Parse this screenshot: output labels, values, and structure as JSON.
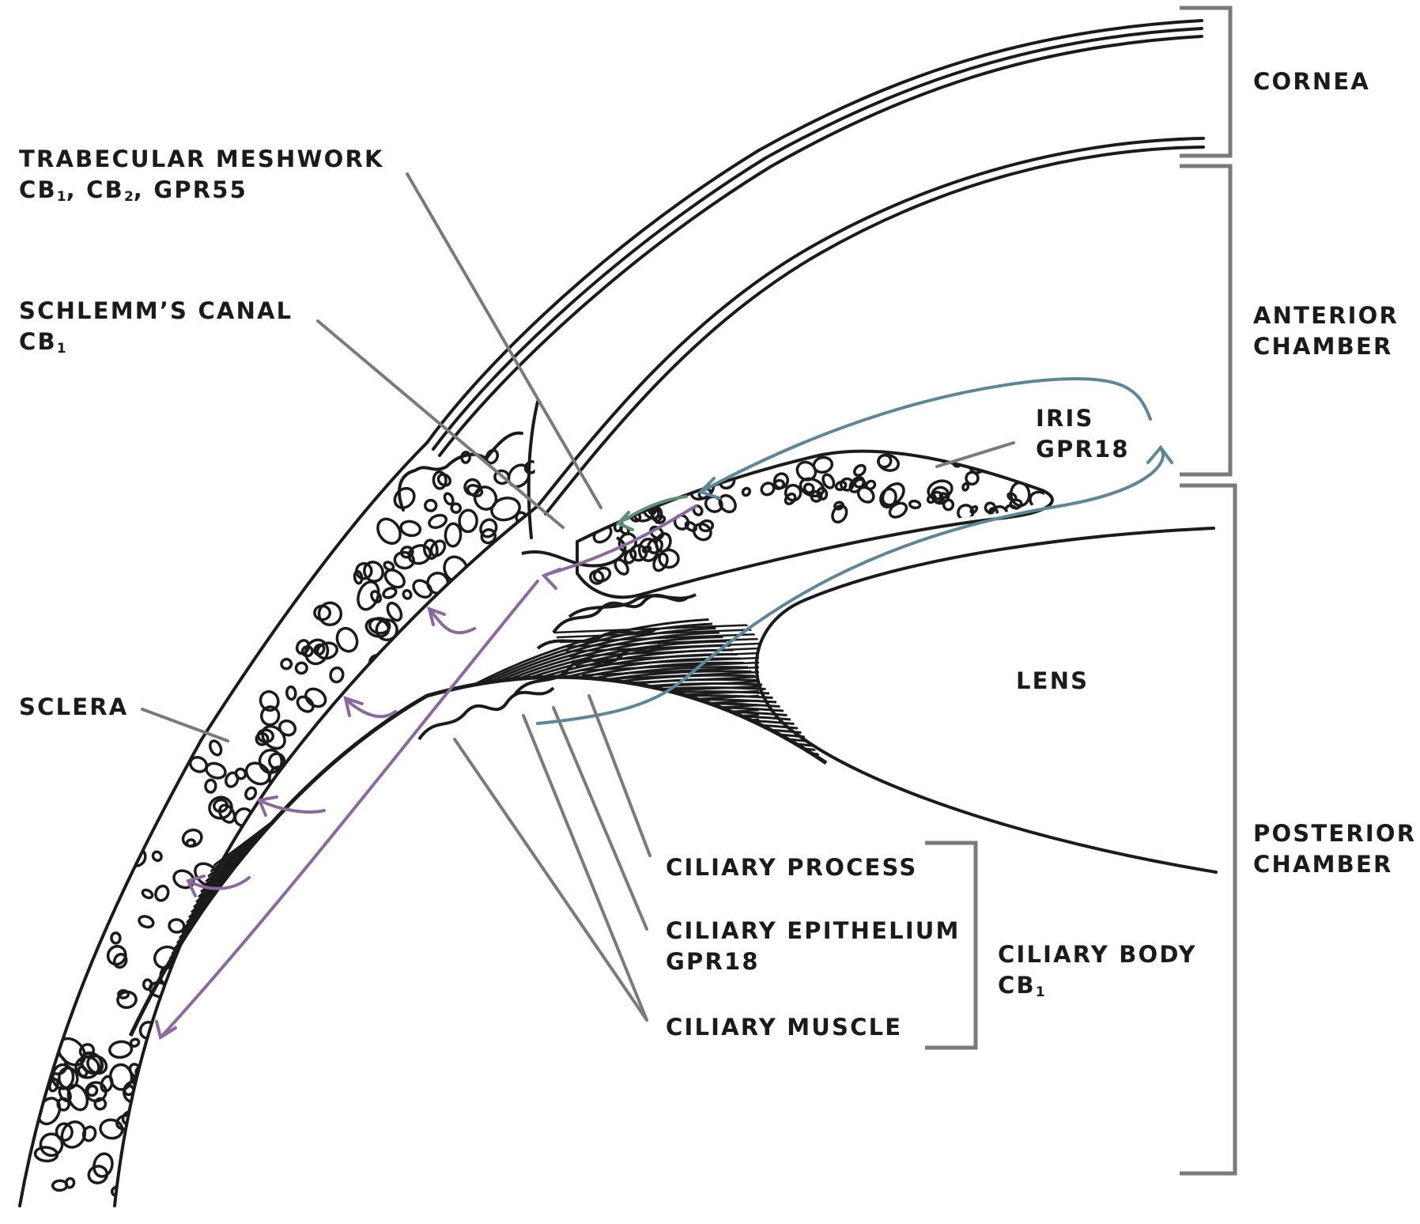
{
  "labels": {
    "cornea": "CORNEA",
    "anterior_chamber": [
      "ANTERIOR",
      "CHAMBER"
    ],
    "posterior_chamber": [
      "POSTERIOR",
      "CHAMBER"
    ],
    "trabecular_meshwork": {
      "title": "TRABECULAR MESHWORK",
      "receptors": [
        {
          "name": "CB",
          "sub": "1",
          "sep": ", "
        },
        {
          "name": "CB",
          "sub": "2",
          "sep": ", "
        },
        {
          "name": "GPR55",
          "sub": "",
          "sep": ""
        }
      ]
    },
    "schlemms_canal": {
      "title": "SCHLEMM’S CANAL",
      "receptor": "CB",
      "receptor_sub": "1"
    },
    "iris": {
      "title": "IRIS",
      "receptor": "GPR18"
    },
    "lens": "LENS",
    "sclera": "SCLERA",
    "ciliary_process": "CILIARY PROCESS",
    "ciliary_epithelium": {
      "title": "CILIARY EPITHELIUM",
      "receptor": "GPR18"
    },
    "ciliary_muscle": "CILIARY MUSCLE",
    "ciliary_body": {
      "title": "CILIARY BODY",
      "receptor": "CB",
      "receptor_sub": "1"
    }
  },
  "colors": {
    "ink": "#1b1b1b",
    "leader": "#7a7a7a",
    "aqueous_flow": "#5e8696",
    "uveoscleral_flow": "#8a6a9e",
    "trabecular_flow": "#5f8f78"
  },
  "icons": [
    "arrow-head-icon"
  ]
}
